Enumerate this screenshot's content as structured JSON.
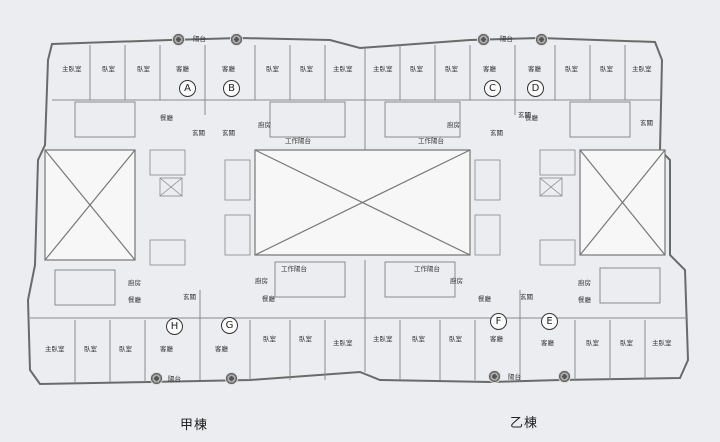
{
  "buildings": {
    "left": "甲棟",
    "right": "乙棟"
  },
  "units": [
    "A",
    "B",
    "C",
    "D",
    "E",
    "F",
    "G",
    "H"
  ],
  "rooms": {
    "master": "主臥室",
    "bedroom": "臥室",
    "living": "客廳",
    "dining": "餐廳",
    "kitchen": "廚房",
    "foyer": "玄關",
    "balcony": "陽台",
    "utility": "工作陽台"
  },
  "colors": {
    "wall": "#6a6a6a",
    "background": "#ecedf0",
    "paper": "#f7f7f8",
    "line": "#9a9a9a"
  }
}
